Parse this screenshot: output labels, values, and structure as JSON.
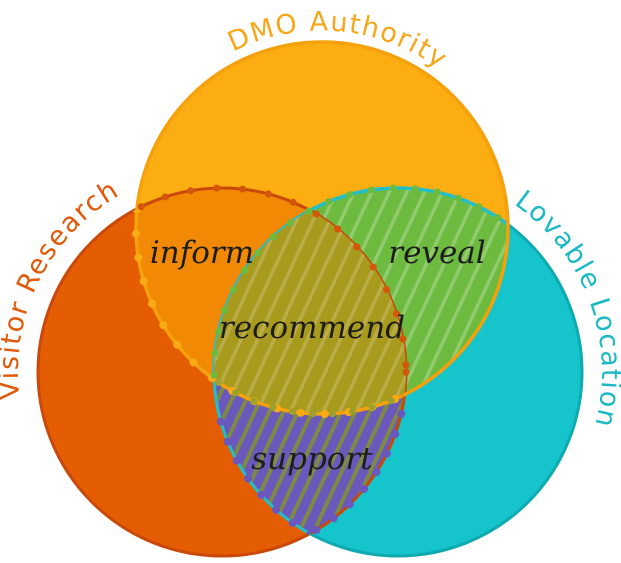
{
  "diagram": {
    "type": "venn-3",
    "background": "#ffffff",
    "text_color": "#1d1d1d",
    "sets": [
      {
        "id": "visitor-research",
        "label": "Visitor Research",
        "color": "#e55d03",
        "stroke": "#c9480a",
        "label_color": "#e2590a",
        "position": "left"
      },
      {
        "id": "dmo-authority",
        "label": "DMO Authority",
        "color": "#fcad11",
        "stroke": "#f4a10c",
        "label_color": "#f7a71b",
        "position": "top"
      },
      {
        "id": "lovable-location",
        "label": "Lovable Location",
        "color": "#16c4cb",
        "stroke": "#24bec7",
        "label_color": "#1bb9c4",
        "position": "right"
      }
    ],
    "intersections": [
      {
        "id": "inform",
        "label": "inform",
        "sets": [
          "visitor-research",
          "dmo-authority"
        ],
        "color": "#f18905",
        "hatch": "none"
      },
      {
        "id": "reveal",
        "label": "reveal",
        "sets": [
          "dmo-authority",
          "lovable-location"
        ],
        "color": "#6cbb3f",
        "hatch": "#92cb6e"
      },
      {
        "id": "recommend",
        "label": "recommend",
        "sets": [
          "visitor-research",
          "dmo-authority",
          "lovable-location"
        ],
        "color": "#a89a1d",
        "hatch": "#baad49"
      },
      {
        "id": "support",
        "label": "support",
        "sets": [
          "visitor-research",
          "lovable-location"
        ],
        "color": "#6a58bc",
        "hatch": "#7e8a44"
      }
    ]
  }
}
